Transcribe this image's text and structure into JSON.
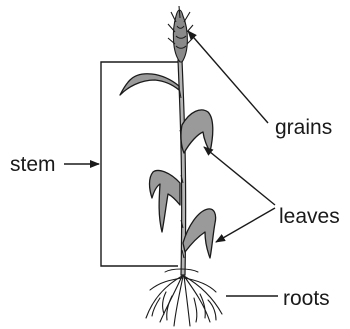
{
  "labels": {
    "stem": "stem",
    "grains": "grains",
    "leaves": "leaves",
    "roots": "roots"
  },
  "colors": {
    "ink": "#1a1a1a",
    "leaf_fill": "#9a9a9a",
    "stem_fill": "#b5b5b5"
  },
  "icons": {
    "plant": "wheat-plant-illustration"
  }
}
